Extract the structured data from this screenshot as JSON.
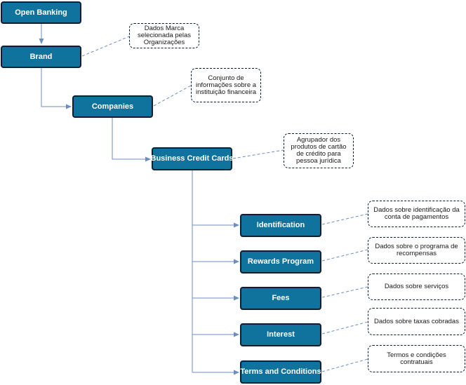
{
  "colors": {
    "node_fill": "#10739e",
    "node_border": "#0b1f33",
    "connector": "#6c8ebf",
    "note_border": "#0b1f33"
  },
  "nodes": {
    "open_banking": "Open Banking",
    "brand": "Brand",
    "companies": "Companies",
    "business_credit_cards": "Business Credit Cards",
    "identification": "Identification",
    "rewards_program": "Rewards Program",
    "fees": "Fees",
    "interest": "Interest",
    "terms_and_conditions": "Terms and Conditions"
  },
  "notes": {
    "brand": "Dados Marca selecionada pelas Organizações",
    "companies": "Conjunto de informações sobre a instituição financeira",
    "business_credit_cards": "Agrupador dos produtos de cartão de crédito para pessoa jurídica",
    "identification": "Dados sobre identificação da conta de pagamentos",
    "rewards_program": "Dados sobre o programa de recompensas",
    "fees": "Dados sobre serviços",
    "interest": "Dados sobre taxas cobradas",
    "terms_and_conditions": "Termos e condições contratuais"
  }
}
